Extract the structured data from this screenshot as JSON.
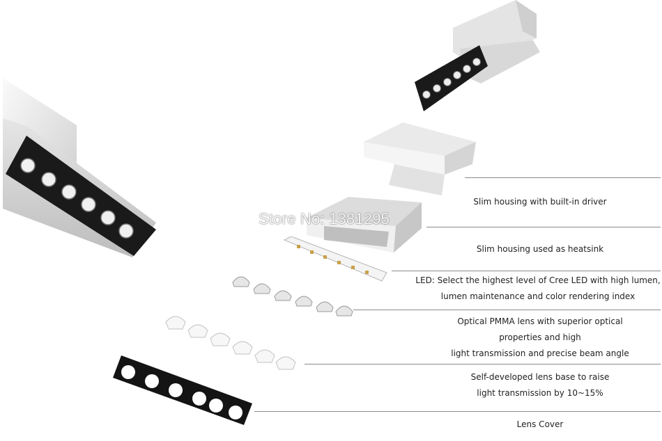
{
  "callouts": [
    {
      "lines": [
        "Slim housing with built-in driver"
      ]
    },
    {
      "lines": [
        "Slim housing used as heatsink"
      ]
    },
    {
      "lines": [
        "LED: Select the highest level of Cree LED with high lumen,",
        "lumen maintenance and color rendering index"
      ]
    },
    {
      "lines": [
        "Optical PMMA lens with superior optical",
        "properties and high",
        "light transmission and precise beam angle"
      ]
    },
    {
      "lines": [
        "Self-developed lens base to raise",
        "light transmission by 10~15%"
      ]
    },
    {
      "lines": [
        "Lens Cover"
      ]
    }
  ],
  "watermark": "Store No: 1381295",
  "colors": {
    "line": "#8a8a8a",
    "housing": "#e9e9e9",
    "bezel": "#1a1a1a",
    "led_cell": "#f2f2f2"
  }
}
